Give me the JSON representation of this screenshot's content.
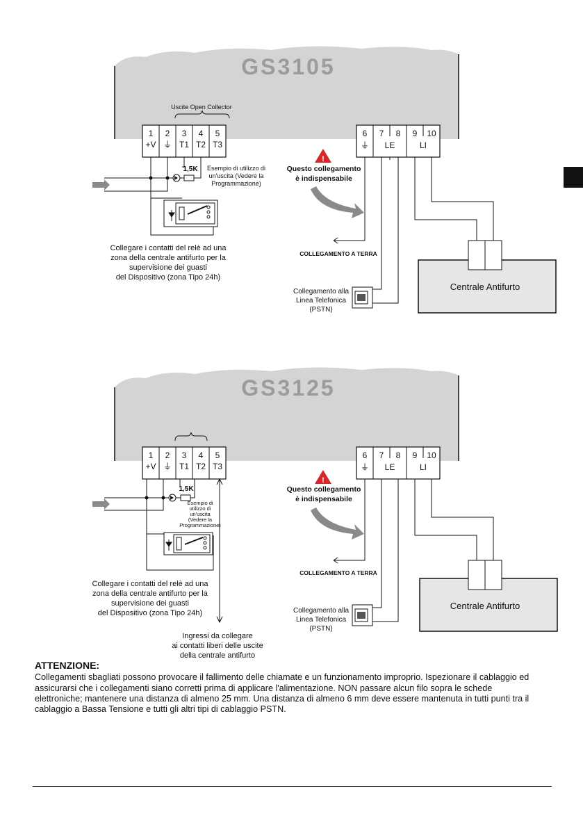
{
  "diagrams": [
    {
      "model": "GS3105",
      "outputs_bracket_label": "Uscite Open Collector",
      "terminals_left": [
        {
          "num": "1",
          "label": "+V"
        },
        {
          "num": "2",
          "label": "⏚"
        },
        {
          "num": "3",
          "label": "T1"
        },
        {
          "num": "4",
          "label": "T2"
        },
        {
          "num": "5",
          "label": "T3"
        }
      ],
      "terminals_right": [
        {
          "num": "6",
          "label": "⏚"
        },
        {
          "num": "7",
          "label": ""
        },
        {
          "num": "8",
          "label": ""
        },
        {
          "num": "9",
          "label": ""
        },
        {
          "num": "10",
          "label": ""
        }
      ],
      "group_le": "LE",
      "group_li": "LI",
      "resistor": "1,5K",
      "example_note": [
        "Esempio di utilizzo di",
        "un'uscita (Vedere la",
        "Programmazione)"
      ],
      "warning_note": [
        "Questo collegamento",
        "è indispensabile"
      ],
      "ground_label": "COLLEGAMENTO A TERRA",
      "relay_note": [
        "Collegare i contatti del relè ad una",
        "zona della centrale antifurto per la",
        "supervisione dei guasti",
        "del Dispositivo (zona Tipo 24h)"
      ],
      "phone_note": [
        "Collegamento alla",
        "Linea Telefonica",
        "(PSTN)"
      ],
      "panel_label": "Centrale Antifurto"
    },
    {
      "model": "GS3125",
      "outputs_bracket_label": "",
      "terminals_left": [
        {
          "num": "1",
          "label": "+V"
        },
        {
          "num": "2",
          "label": "⏚"
        },
        {
          "num": "3",
          "label": "T1"
        },
        {
          "num": "4",
          "label": "T2"
        },
        {
          "num": "5",
          "label": "T3"
        }
      ],
      "terminals_right": [
        {
          "num": "6",
          "label": "⏚"
        },
        {
          "num": "7",
          "label": ""
        },
        {
          "num": "8",
          "label": ""
        },
        {
          "num": "9",
          "label": ""
        },
        {
          "num": "10",
          "label": ""
        }
      ],
      "group_le": "LE",
      "group_li": "LI",
      "resistor": "1,5K",
      "example_note": [
        "Esempio di",
        "utilizzo di",
        "un'uscita",
        "(Vedere la",
        "Programmazione)"
      ],
      "warning_note": [
        "Questo collegamento",
        "è indispensabile"
      ],
      "ground_label": "COLLEGAMENTO A TERRA",
      "relay_note": [
        "Collegare i contatti del relè ad una",
        "zona della centrale antifurto per la",
        "supervisione dei guasti",
        "del Dispositivo (zona Tipo 24h)"
      ],
      "phone_note": [
        "Collegamento alla",
        "Linea Telefonica",
        "(PSTN)"
      ],
      "panel_label": "Centrale Antifurto",
      "inputs_note": [
        "Ingressi da collegare",
        "ai contatti liberi delle uscite",
        "della centrale antifurto"
      ]
    }
  ],
  "attention": {
    "title": "ATTENZIONE:",
    "text": "Collegamenti sbagliati possono provocare il fallimento delle chiamate e un funzionamento improprio. Ispezionare il cablaggio ed assicurarsi che i collegamenti siano corretti prima di applicare l'alimentazione. NON passare alcun filo sopra le schede elettroniche; mantenere una distanza di almeno 25 mm. Una distanza di almeno 6 mm deve essere mantenuta in tutti punti tra il cablaggio a Bassa Tensione e tutti gli altri tipi di cablaggio PSTN."
  },
  "colors": {
    "board": "#d4d4d4",
    "board_title": "#9c9c9c",
    "warning_triangle": "#d9262a",
    "arrow_gray": "#8a8a8a",
    "panel_fill": "#e6e6e6"
  }
}
